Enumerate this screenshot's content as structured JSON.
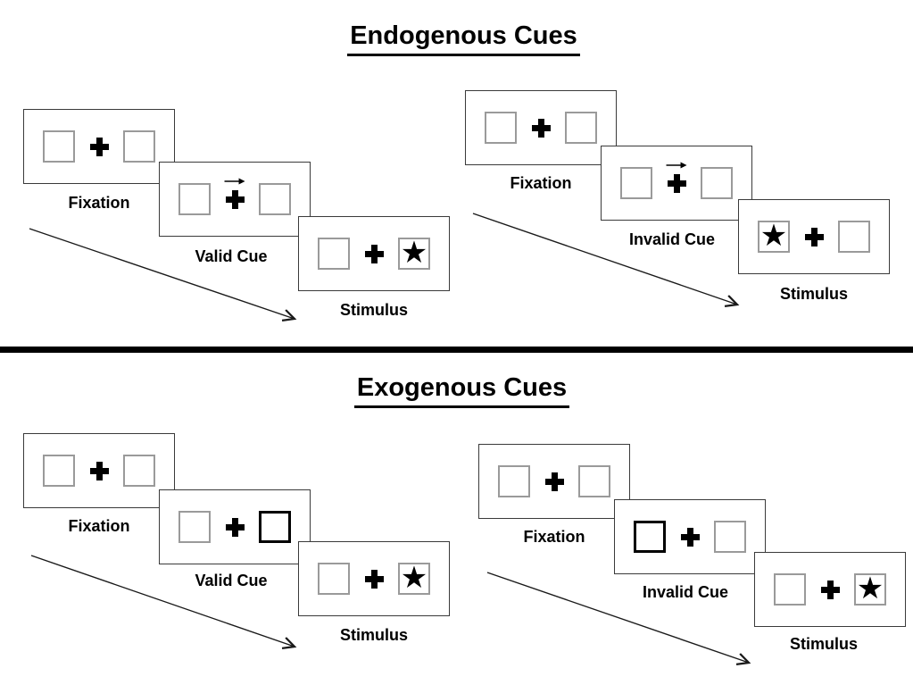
{
  "colors": {
    "ink": "#000000",
    "panel_border": "#3a3a3a",
    "placeholder_square_border": "#9a9a9a",
    "divider": "#000000"
  },
  "icons": {
    "star": "★",
    "fixation_cross": "plus-cross",
    "cue_arrow": "right-arrow"
  },
  "sections": {
    "endogenous": {
      "title": "Endogenous Cues",
      "valid_sequence": {
        "panels": [
          {
            "label": "Fixation",
            "content": "two empty squares with central fixation cross"
          },
          {
            "label": "Valid Cue",
            "content": "central right-pointing arrow above fixation cross",
            "arrow_direction": "right"
          },
          {
            "label": "Stimulus",
            "content": "star target in right square",
            "star_side": "right"
          }
        ]
      },
      "invalid_sequence": {
        "panels": [
          {
            "label": "Fixation",
            "content": "two empty squares with central fixation cross"
          },
          {
            "label": "Invalid Cue",
            "content": "central right-pointing arrow above fixation cross",
            "arrow_direction": "right"
          },
          {
            "label": "Stimulus",
            "content": "star target in left square",
            "star_side": "left"
          }
        ]
      }
    },
    "exogenous": {
      "title": "Exogenous Cues",
      "valid_sequence": {
        "panels": [
          {
            "label": "Fixation",
            "content": "two empty squares with central fixation cross"
          },
          {
            "label": "Valid Cue",
            "content": "right square highlighted with thick black border",
            "highlighted_side": "right"
          },
          {
            "label": "Stimulus",
            "content": "star target in right square",
            "star_side": "right"
          }
        ]
      },
      "invalid_sequence": {
        "panels": [
          {
            "label": "Fixation",
            "content": "two empty squares with central fixation cross"
          },
          {
            "label": "Invalid Cue",
            "content": "left square highlighted with thick black border",
            "highlighted_side": "left"
          },
          {
            "label": "Stimulus",
            "content": "star target in right square",
            "star_side": "right"
          }
        ]
      }
    }
  }
}
